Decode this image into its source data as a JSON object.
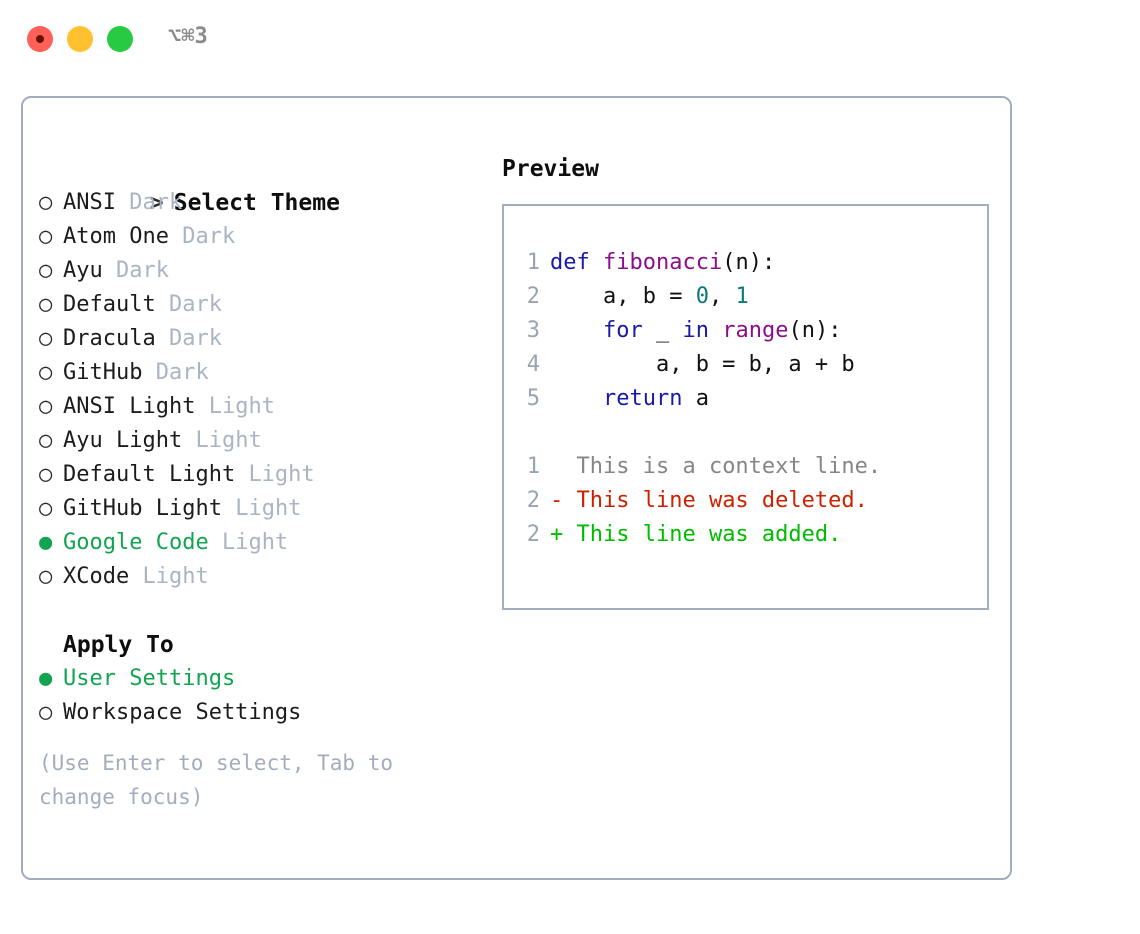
{
  "titlebar": {
    "shortcut": "⌥⌘3",
    "dots": {
      "close": "close-dot",
      "minimize": "minimize-dot",
      "maximize": "maximize-dot"
    }
  },
  "glyphs": {
    "bullet_unselected": "○",
    "bullet_selected": "●",
    "prompt": ">"
  },
  "colors": {
    "accent_green": "#12a450",
    "muted": "#aab4c4",
    "border": "#a3adbd",
    "keyword": "#1a1aa8",
    "function": "#8b0f8b",
    "number": "#0b7a7a",
    "diff_add": "#00bb00",
    "diff_del": "#cc2200",
    "diff_ctx": "#868686",
    "traffic_red": "#ff6058",
    "traffic_yellow": "#ffc130",
    "traffic_green": "#27ca40"
  },
  "theme_list": {
    "header": "Select Theme",
    "items": [
      {
        "name": "ANSI",
        "badge": "Dark",
        "selected": false
      },
      {
        "name": "Atom One",
        "badge": "Dark",
        "selected": false
      },
      {
        "name": "Ayu",
        "badge": "Dark",
        "selected": false
      },
      {
        "name": "Default",
        "badge": "Dark",
        "selected": false
      },
      {
        "name": "Dracula",
        "badge": "Dark",
        "selected": false
      },
      {
        "name": "GitHub",
        "badge": "Dark",
        "selected": false
      },
      {
        "name": "ANSI Light",
        "badge": "Light",
        "selected": false
      },
      {
        "name": "Ayu Light",
        "badge": "Light",
        "selected": false
      },
      {
        "name": "Default Light",
        "badge": "Light",
        "selected": false
      },
      {
        "name": "GitHub Light",
        "badge": "Light",
        "selected": false
      },
      {
        "name": "Google Code",
        "badge": "Light",
        "selected": true
      },
      {
        "name": "XCode",
        "badge": "Light",
        "selected": false
      }
    ]
  },
  "apply_to": {
    "header": "Apply To",
    "items": [
      {
        "name": "User Settings",
        "selected": true
      },
      {
        "name": "Workspace Settings",
        "selected": false
      }
    ]
  },
  "hint": "(Use Enter to select, Tab to change focus)",
  "preview": {
    "header": "Preview",
    "code_lines": [
      {
        "no": "1",
        "tokens": [
          {
            "t": "def ",
            "c": "kw"
          },
          {
            "t": "fibonacci",
            "c": "fn"
          },
          {
            "t": "(n):",
            "c": "punct"
          }
        ]
      },
      {
        "no": "2",
        "tokens": [
          {
            "t": "    a, b = ",
            "c": "plain"
          },
          {
            "t": "0",
            "c": "num"
          },
          {
            "t": ", ",
            "c": "plain"
          },
          {
            "t": "1",
            "c": "num"
          }
        ]
      },
      {
        "no": "3",
        "tokens": [
          {
            "t": "    ",
            "c": "plain"
          },
          {
            "t": "for",
            "c": "kw"
          },
          {
            "t": " _ ",
            "c": "plain"
          },
          {
            "t": "in",
            "c": "kw"
          },
          {
            "t": " ",
            "c": "plain"
          },
          {
            "t": "range",
            "c": "fn"
          },
          {
            "t": "(n):",
            "c": "punct"
          }
        ]
      },
      {
        "no": "4",
        "tokens": [
          {
            "t": "        a, b = b, a + b",
            "c": "plain"
          }
        ]
      },
      {
        "no": "5",
        "tokens": [
          {
            "t": "    ",
            "c": "plain"
          },
          {
            "t": "return",
            "c": "kw"
          },
          {
            "t": " a",
            "c": "plain"
          }
        ]
      }
    ],
    "diff_lines": [
      {
        "no": "1",
        "marker": " ",
        "text": " This is a context line.",
        "kind": "diff-ctx"
      },
      {
        "no": "2",
        "marker": "-",
        "text": " This line was deleted.",
        "kind": "diff-del"
      },
      {
        "no": "2",
        "marker": "+",
        "text": " This line was added.",
        "kind": "diff-add"
      }
    ]
  }
}
